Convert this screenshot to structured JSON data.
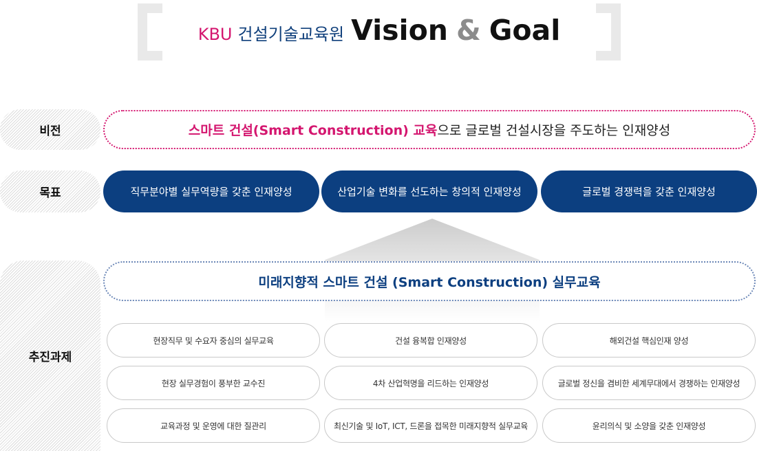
{
  "title": {
    "kbu": "KBU",
    "org": "건설기술교육원",
    "vision": "Vision",
    "amp": "&",
    "goal": "Goal"
  },
  "labels": {
    "vision": "비전",
    "goal": "목표",
    "tasks": "추진과제"
  },
  "vision": {
    "accent": "스마트 건설(Smart Construction) 교육",
    "rest": "으로 글로벌 건설시장을 주도하는 인재양성"
  },
  "goals": [
    "직무분야별 실무역량을 갖춘 인재양성",
    "산업기술 변화를 선도하는 창의적 인재양성",
    "글로벌 경쟁력을 갖춘 인재양성"
  ],
  "strategy": "미래지향적 스마트 건설 (Smart Construction) 실무교육",
  "tasks": [
    [
      "현장직무 및 수요자 중심의 실무교육",
      "건설 융복합 인재양성",
      "해외건설 핵심인재 양성"
    ],
    [
      "현장 실무경험이 풍부한 교수진",
      "4차 산업혁명을 리드하는 인재양성",
      "글로벌 정신을 겸비한 세계무대에서 경쟁하는 인재양성"
    ],
    [
      "교육과정 및 운영에 대한 질관리",
      "최신기술 및 IoT, ICT, 드론을 접목한 미래지향적 실무교육",
      "윤리의식 및 소양을 갖춘 인재양성"
    ]
  ],
  "colors": {
    "accent_pink": "#d4166f",
    "navy": "#0c3f80",
    "gray_bracket": "#e9e9e9"
  }
}
